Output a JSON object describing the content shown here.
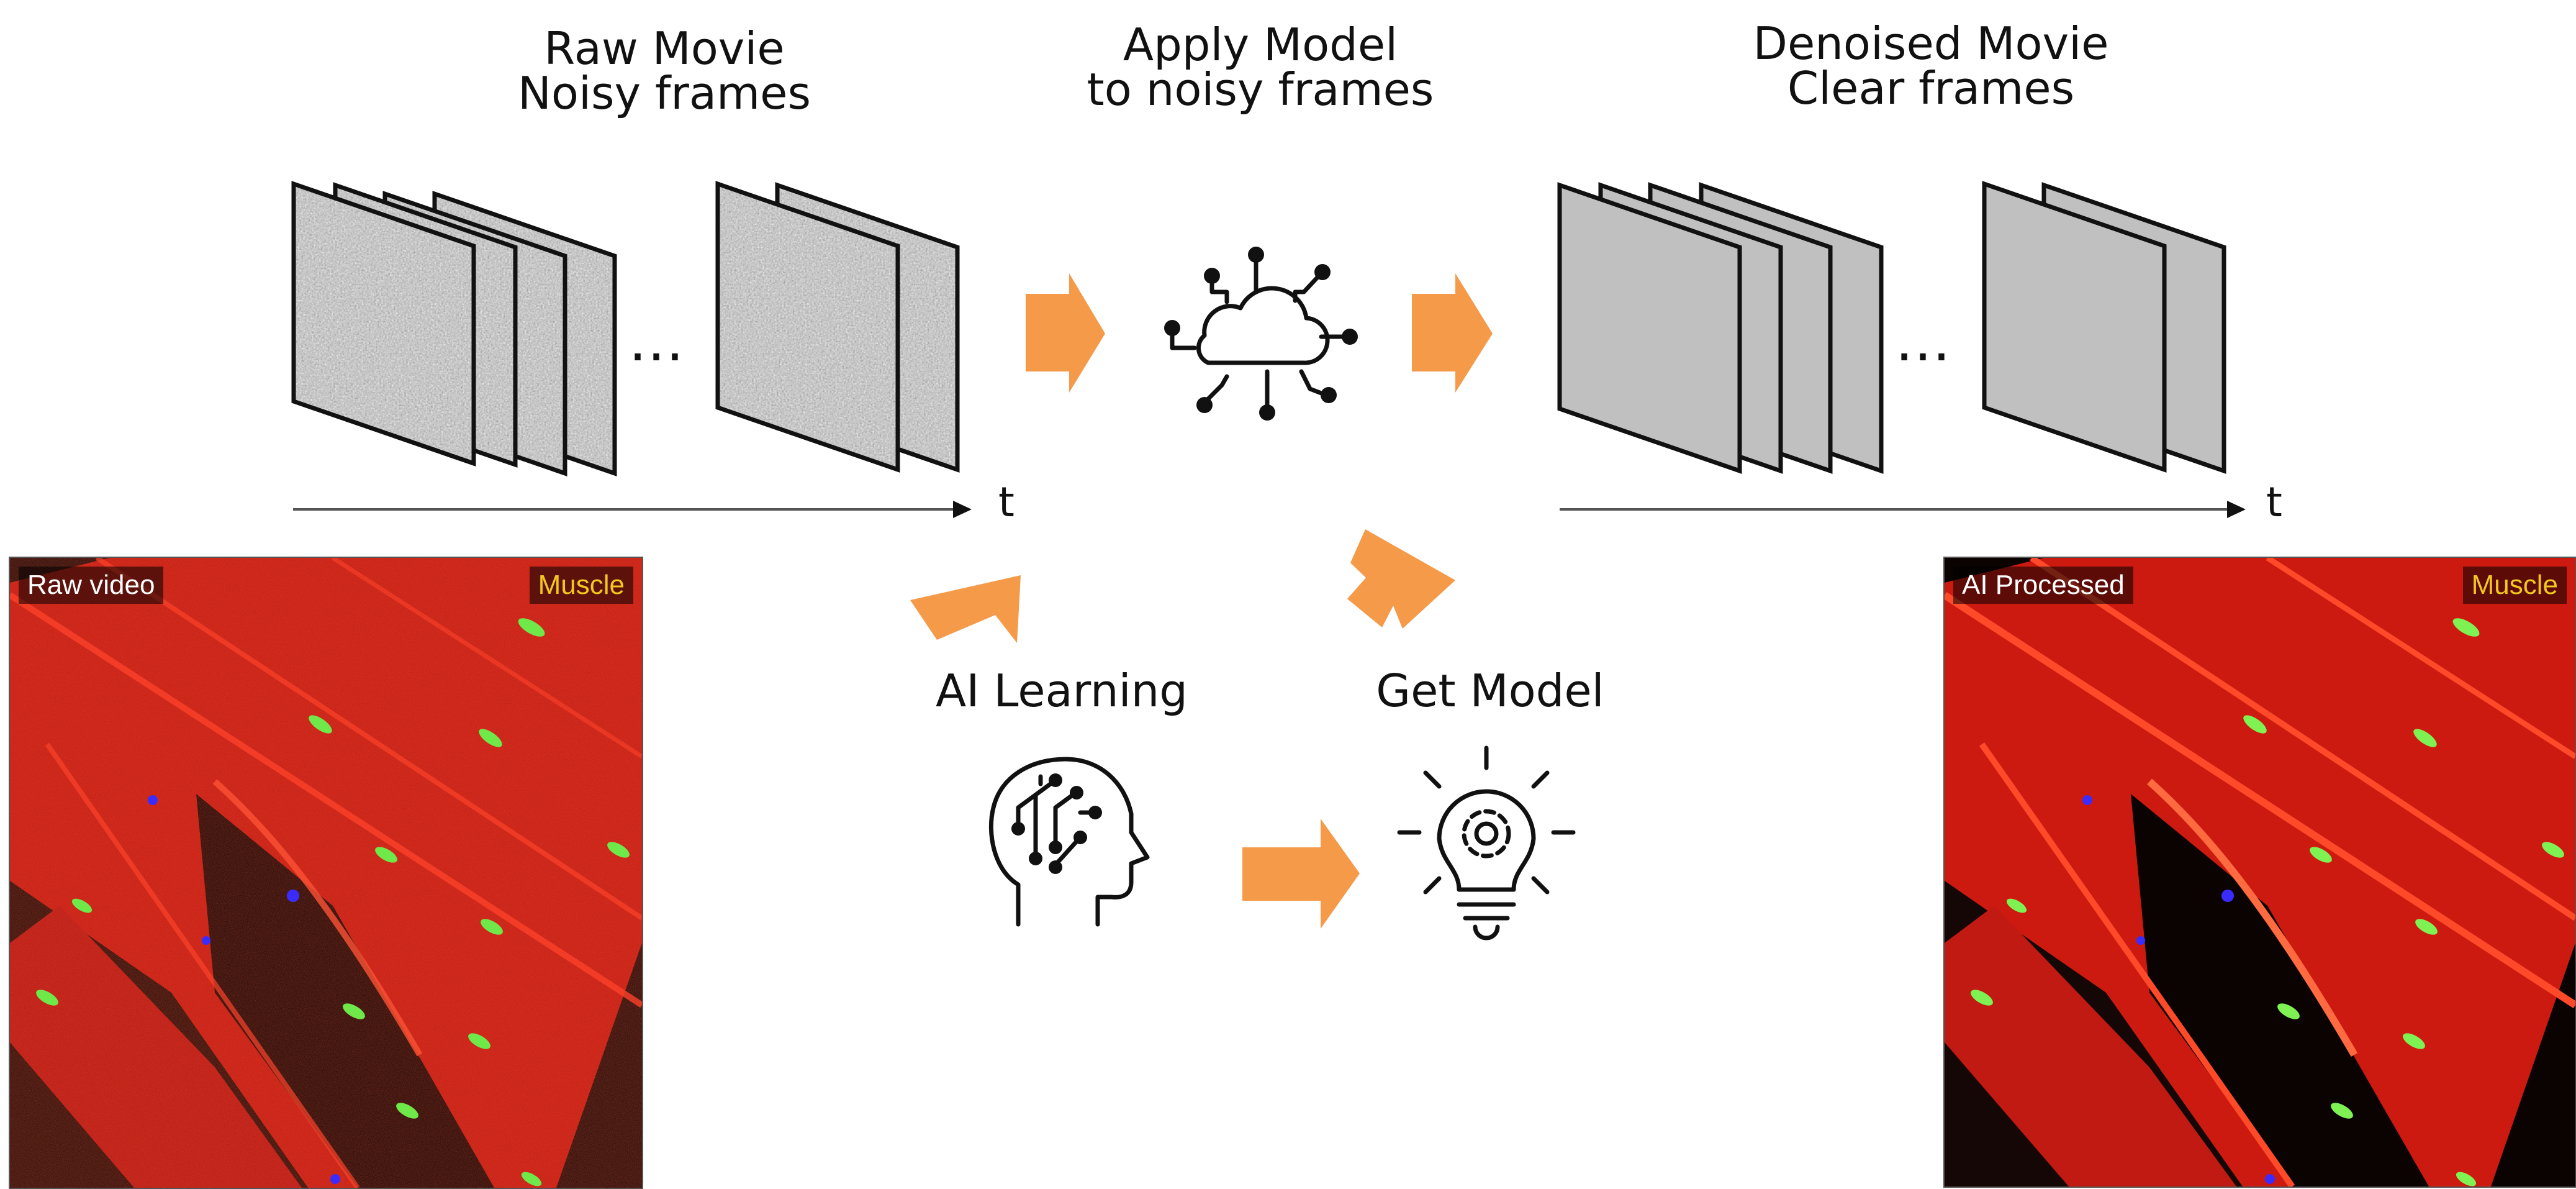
{
  "labels": {
    "raw_line1": "Raw Movie",
    "raw_line2": "Noisy frames",
    "apply_line1": "Apply Model",
    "apply_line2": "to noisy frames",
    "denoised_line1": "Denoised Movie",
    "denoised_line2": "Clear frames",
    "ai_learning": "AI Learning",
    "get_model": "Get Model"
  },
  "axes": {
    "left_time_label": "t",
    "right_time_label": "t"
  },
  "ellipsis": "…",
  "panels": {
    "raw": {
      "tag": "Raw video",
      "channel": "Muscle"
    },
    "processed": {
      "tag": "AI Processed",
      "channel": "Muscle"
    }
  },
  "colors": {
    "arrow": "#f59a49",
    "clean_frame": "#c0c0c0",
    "muscle_red": "#e01a10",
    "nucleus_green": "#5fe04a",
    "channel_yellow": "#f2c81e"
  },
  "icons": [
    "cloud-network-icon",
    "brain-head-icon",
    "lightbulb-gear-icon"
  ]
}
